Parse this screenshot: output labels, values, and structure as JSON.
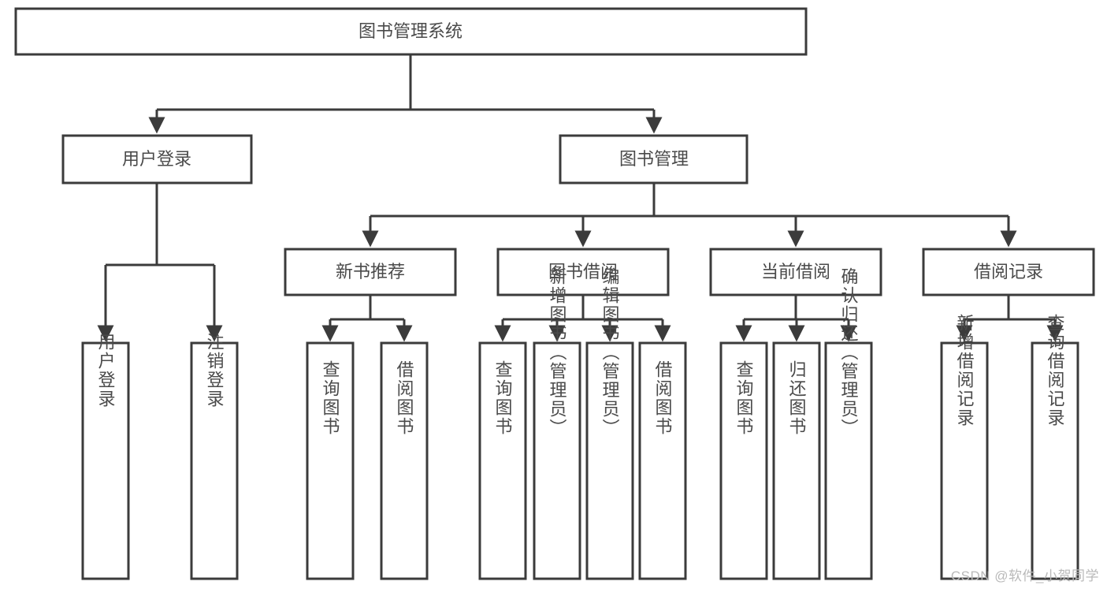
{
  "diagram": {
    "type": "tree",
    "title": "图书管理系统",
    "root": {
      "id": "root",
      "label": "图书管理系统",
      "orientation": "horizontal"
    },
    "level2": [
      {
        "id": "user-login",
        "label": "用户登录",
        "orientation": "horizontal"
      },
      {
        "id": "book-manage",
        "label": "图书管理",
        "orientation": "horizontal"
      }
    ],
    "level3": [
      {
        "id": "new-book-recommend",
        "label": "新书推荐",
        "parent": "book-manage",
        "orientation": "horizontal"
      },
      {
        "id": "book-borrow",
        "label": "图书借阅",
        "parent": "book-manage",
        "orientation": "horizontal"
      },
      {
        "id": "current-borrow",
        "label": "当前借阅",
        "parent": "book-manage",
        "orientation": "horizontal"
      },
      {
        "id": "borrow-record",
        "label": "借阅记录",
        "parent": "book-manage",
        "orientation": "horizontal"
      }
    ],
    "leaves": [
      {
        "id": "leaf-user-login",
        "label": "用户登录",
        "parent": "user-login",
        "orientation": "vertical"
      },
      {
        "id": "leaf-logout-login",
        "label": "注销登录",
        "parent": "user-login",
        "orientation": "vertical"
      },
      {
        "id": "leaf-query-book-1",
        "label": "查询图书",
        "parent": "new-book-recommend",
        "orientation": "vertical"
      },
      {
        "id": "leaf-borrow-book-1",
        "label": "借阅图书",
        "parent": "new-book-recommend",
        "orientation": "vertical"
      },
      {
        "id": "leaf-query-book-2",
        "label": "查询图书",
        "parent": "book-borrow",
        "orientation": "vertical"
      },
      {
        "id": "leaf-add-book",
        "label": "新增图书（管理员）",
        "parent": "book-borrow",
        "orientation": "vertical"
      },
      {
        "id": "leaf-edit-book",
        "label": "编辑图书（管理员）",
        "parent": "book-borrow",
        "orientation": "vertical"
      },
      {
        "id": "leaf-borrow-book-2",
        "label": "借阅图书",
        "parent": "book-borrow",
        "orientation": "vertical"
      },
      {
        "id": "leaf-query-book-3",
        "label": "查询图书",
        "parent": "current-borrow",
        "orientation": "vertical"
      },
      {
        "id": "leaf-return-book",
        "label": "归还图书",
        "parent": "current-borrow",
        "orientation": "vertical"
      },
      {
        "id": "leaf-confirm-return",
        "label": "确认归还（管理员）",
        "parent": "current-borrow",
        "orientation": "vertical"
      },
      {
        "id": "leaf-add-record",
        "label": "新增借阅记录",
        "parent": "borrow-record",
        "orientation": "vertical"
      },
      {
        "id": "leaf-query-record",
        "label": "查询借阅记录",
        "parent": "borrow-record",
        "orientation": "vertical"
      }
    ],
    "colors": {
      "stroke": "#3b3b3b",
      "fill": "#ffffff",
      "text": "#4a4a4a",
      "watermark": "#b9b9b9"
    }
  },
  "watermark": {
    "text": "CSDN @软件_小贺同学"
  }
}
